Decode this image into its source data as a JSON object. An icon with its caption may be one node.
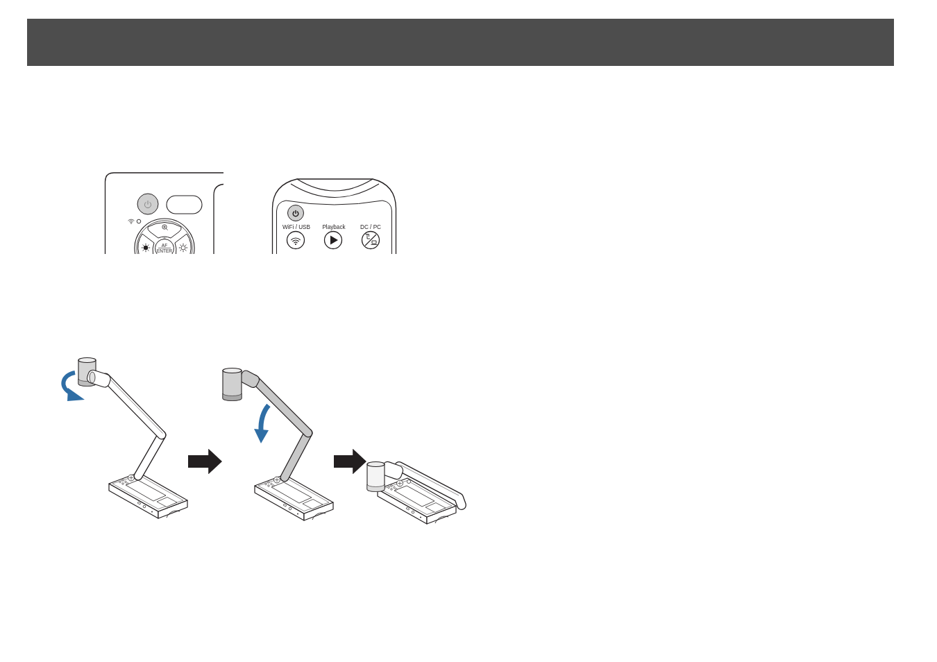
{
  "diagram": {
    "nodes": [
      {
        "text": [],
        "shape": "picture"
      },
      {
        "text": [],
        "shape": "picture"
      },
      {
        "text": [],
        "shape": "picture"
      }
    ],
    "edges": [
      {
        "from": 0,
        "to": 1,
        "arrow": "to"
      },
      {
        "from": 1,
        "to": 2,
        "arrow": "to"
      }
    ],
    "labels": [
      "AF",
      "ENTER",
      "WiFi / USB",
      "Playback",
      "DC / PC"
    ]
  }
}
